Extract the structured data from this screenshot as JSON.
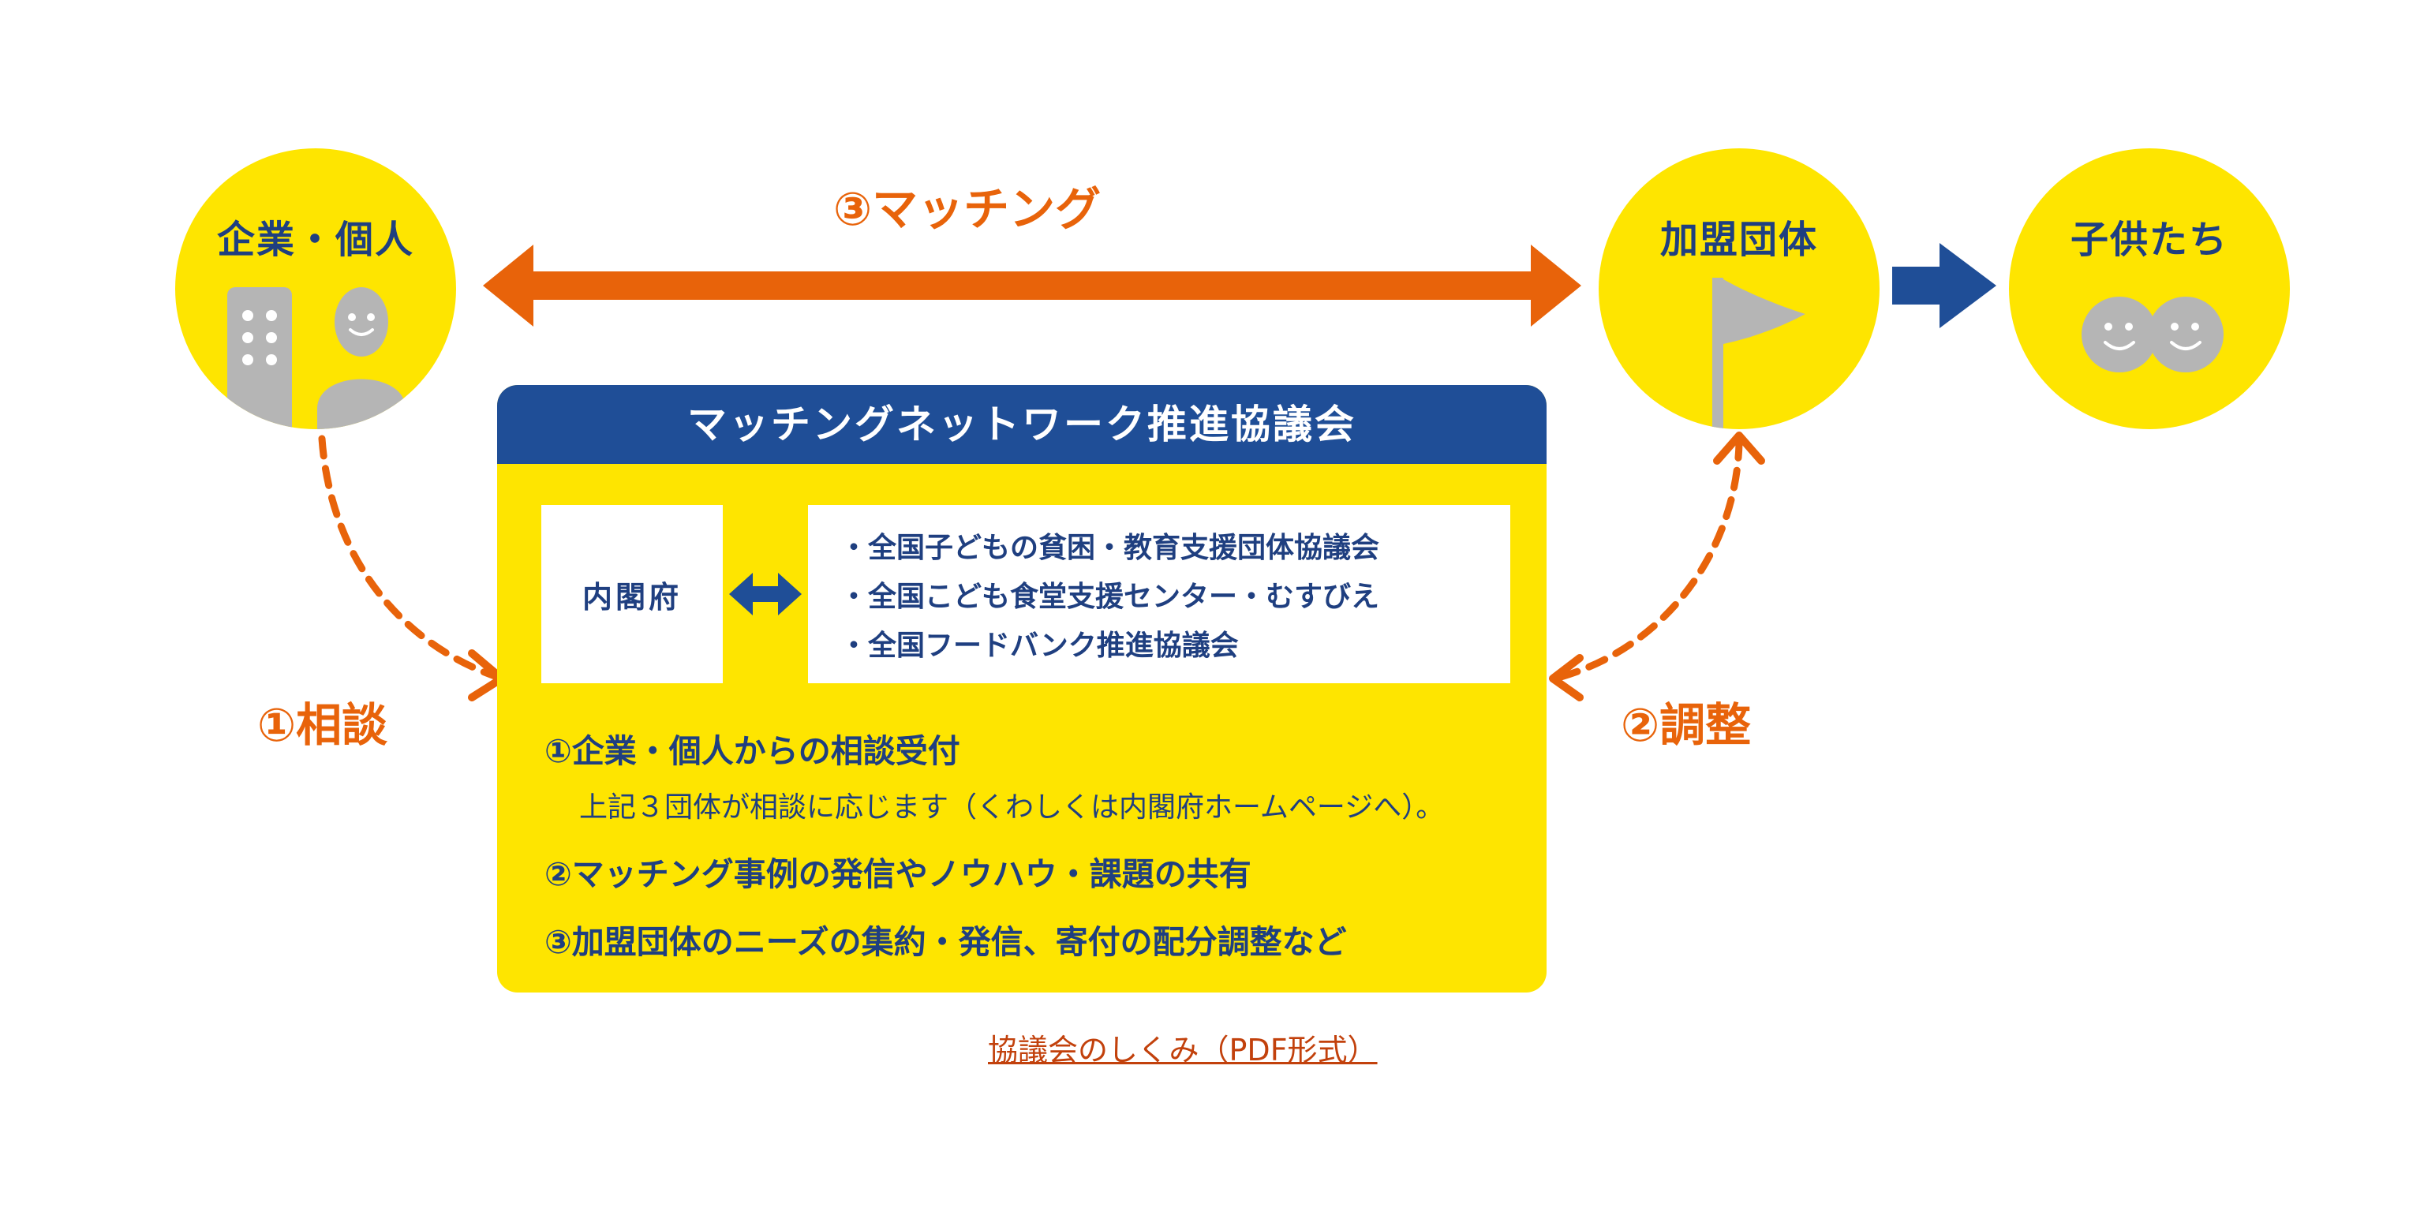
{
  "parties": {
    "company_individual": "企業・個人",
    "member_groups": "加盟団体",
    "children": "子供たち"
  },
  "flows": {
    "matching": "③マッチング",
    "consultation": "①相談",
    "coordination": "②調整"
  },
  "council": {
    "title": "マッチングネットワーク推進協議会",
    "cabinet_office": "内閣府",
    "members": [
      "・全国子どもの貧困・教育支援団体協議会",
      "・全国こども食堂支援センター・むすびえ",
      "・全国フードバンク推進協議会"
    ],
    "duties": [
      {
        "text": "①企業・個人からの相談受付",
        "sub": "上記３団体が相談に応じます（くわしくは内閣府ホームページへ）。"
      },
      {
        "text": "②マッチング事例の発信やノウハウ・課題の共有"
      },
      {
        "text": "③加盟団体のニーズの集約・発信、寄付の配分調整など"
      }
    ]
  },
  "link": {
    "label": "協議会のしくみ（PDF形式）"
  },
  "colors": {
    "yellow": "#FEE500",
    "navy": "#1F4E97",
    "orange": "#E8630A",
    "gray": "#B5B5B5",
    "text_navy": "#1f3f80"
  },
  "icons": [
    "building-icon",
    "person-icon",
    "flag-icon",
    "children-faces-icon"
  ]
}
